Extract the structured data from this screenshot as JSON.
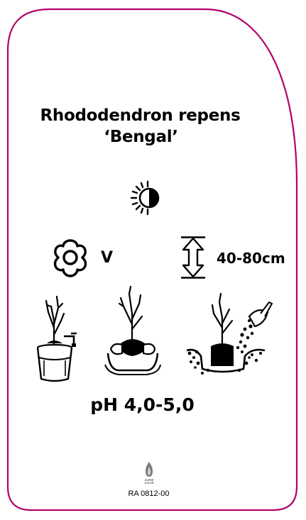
{
  "plant": {
    "name": "Rhododendron repens",
    "cultivar": "‘Bengal’"
  },
  "attributes": {
    "light_icon": "half-sun-icon",
    "flower_icon": "flower-icon",
    "flowering_month": "V",
    "height_icon": "height-arrow-icon",
    "height": "40-80cm",
    "ph": "pH 4,0-5,0"
  },
  "planting_steps": [
    {
      "icon": "bucket-watering-icon"
    },
    {
      "icon": "planting-hole-icon"
    },
    {
      "icon": "backfill-soil-icon"
    }
  ],
  "footer": {
    "brand_icon": "flame-logo-icon",
    "brand_line1": "SUPER",
    "brand_line2": "COLOR",
    "code": "RA 0812-00"
  },
  "colors": {
    "border": "#b3006e"
  }
}
